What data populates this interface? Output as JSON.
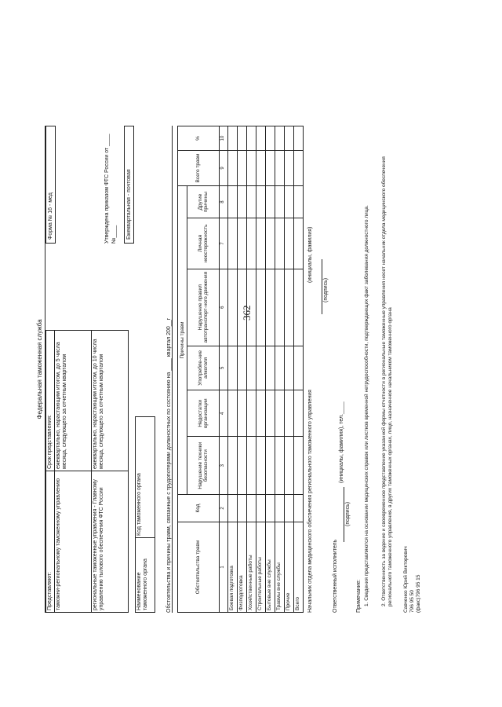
{
  "page_number": "362",
  "agency": "Федеральная таможенная служба",
  "submit": {
    "who_header": "Представляют:",
    "term_header": "Срок представления:",
    "rows": [
      {
        "who": "таможни-региональному таможенному управлению",
        "term": "ежеквартально, нарастающим итогом, до 5 числа месяца, следующего за отчетным кварталом"
      },
      {
        "who": "региональные таможенные управления - Главному управлению тылового обеспечения ФТС России",
        "term": "ежеквартально, нарастающим итогом, до 10 числа месяца, следующего за отчетным кварталом"
      }
    ]
  },
  "form_label": "Форма № 16 - мед",
  "approval": "Утверждена приказом ФТС России от ____ №____",
  "frequency": "Ежеквартальная - почтовая",
  "org_name_label": "Наименование таможенного органа",
  "org_code_label": "Код таможенного органа",
  "table_title": "Обстоятельства и причины травм, связанные с трудопотерями должностных по состоянию на ____ квартал 200__г",
  "table": {
    "col_circumstances": "Обстоятельства травм",
    "col_code": "Код",
    "causes_group": "Причины травм",
    "causes": [
      "Нарушение техники безопасности",
      "Недостатки организации",
      "Употребле-ние алкоголя",
      "Нарушение правил автотранспорт-ного движения",
      "Личная неосторожность",
      "Другие причины"
    ],
    "col_total": "Всего травм",
    "col_percent": "%",
    "numbers": [
      "1",
      "2",
      "3",
      "4",
      "5",
      "6",
      "7",
      "8",
      "9",
      "10"
    ],
    "rows": [
      "Боевая подготовка",
      "Физподготовка",
      "Хозяйственные работы",
      "Строительные работы",
      "Бытовые вне службы",
      "Травмы вне службы",
      "Прочие",
      "Всего"
    ]
  },
  "signatures": {
    "chief": "Начальник отдела медицинского обеспечения регионального таможенного управления",
    "chief_sign": "(подпись)",
    "chief_name": "(инициалы, фамилия)",
    "executor": "Ответственный исполнитель",
    "executor_sign": "(подпись)",
    "executor_name": "(инициалы, фамилия), тел.____"
  },
  "notes": {
    "header": "Примечание:",
    "n1": "1. Сведения представляются на основании медицинских справок или листков временной нетрудоспособности, подтверждающих факт заболевания должностного лица.",
    "n2": "2. Ответственность за ведение и своевременное представление указанной формы отчетности в региональные таможенные управления несет начальник отдела медицинского обеспечения регионального таможенного управления, в других таможенных органах, лицо, назначенное начальником таможенного органа"
  },
  "contact": {
    "name": "Савченко Юрий Викторович",
    "phone": "796 95 50",
    "fax": "(факс)796 95 15"
  }
}
